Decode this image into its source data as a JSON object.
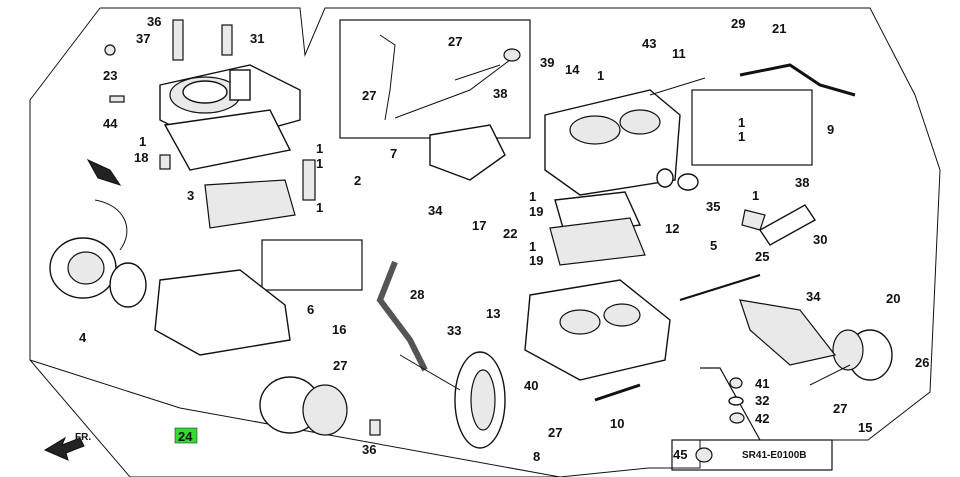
{
  "diagram": {
    "code": "SR41-E0100B",
    "direction_arrow": "FR.",
    "highlight_color": "#33dd33",
    "highlighted_part": "24",
    "part_labels": {
      "p36a": "36",
      "p37": "37",
      "p31": "31",
      "p23": "23",
      "p44": "44",
      "p1a": "1",
      "p18": "18",
      "p3": "3",
      "p4": "4",
      "p27a": "27",
      "p27b": "27",
      "p7": "7",
      "p1b": "1",
      "p1c": "1",
      "p2": "2",
      "p1d": "1",
      "p6": "6",
      "p39": "39",
      "p14": "14",
      "p1e": "1",
      "p43": "43",
      "p11": "11",
      "p29": "29",
      "p21": "21",
      "p38a": "38",
      "p1f": "1",
      "p1g": "1",
      "p9": "9",
      "p38b": "38",
      "p34a": "34",
      "p17": "17",
      "p1h": "1",
      "p19a": "19",
      "p22": "22",
      "p1i": "1",
      "p19b": "19",
      "p12": "12",
      "p35": "35",
      "p1j": "1",
      "p30": "30",
      "p5": "5",
      "p25": "25",
      "p34b": "34",
      "p28": "28",
      "p13": "13",
      "p16": "16",
      "p27c": "27",
      "p33": "33",
      "p36b": "36",
      "p40": "40",
      "p27d": "27",
      "p8": "8",
      "p10": "10",
      "p41": "41",
      "p32": "32",
      "p42": "42",
      "p20": "20",
      "p26": "26",
      "p27e": "27",
      "p15": "15",
      "p24": "24",
      "p45": "45"
    }
  }
}
